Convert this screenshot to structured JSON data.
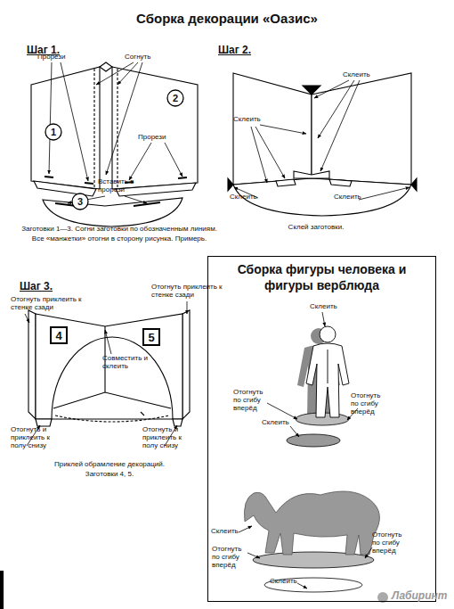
{
  "diagram": {
    "title": "Сборка декорации «Оазис»",
    "nodes": [
      {
        "text": [
          "1"
        ]
      },
      {
        "text": [
          "2"
        ]
      },
      {
        "text": [
          "3"
        ]
      },
      {
        "text": [
          "4"
        ]
      },
      {
        "text": [
          "5"
        ]
      },
      {
        "text": [
          "Сборка фигуры человека и фигуры верблюда"
        ]
      }
    ],
    "labels": [
      "Шаг 1.",
      "Прорези",
      "Согнуть",
      "Прорези",
      "Вставить в прорези",
      "Заготовки 1—3. Согни заготовки по обозначенным линиям. Все «манжетки» отогни в сторону рисунка. Примерь.",
      "Шаг 2.",
      "Склеить",
      "Склеить",
      "Склеить",
      "Склеить",
      "Склей заготовки.",
      "Шаг 3.",
      "Отогнуть приклеить к стенке сзади",
      "Отогнуть приклеить к стенке сзади",
      "Совместить и склеить",
      "Отогнуть и приклеить к полу снизу",
      "Отогнуть и приклеить к полу снизу",
      "Приклей обрамление декораций. Заготовки 4, 5.",
      "Склеить",
      "Отогнуть по сгибу вперёд",
      "Отогнуть по сгибу вперёд",
      "Склеить",
      "Склеить",
      "Отогнуть по сгибу вперёд",
      "Отогнуть по сгибу вперёд",
      "Склеить",
      "Лабиринт"
    ]
  }
}
